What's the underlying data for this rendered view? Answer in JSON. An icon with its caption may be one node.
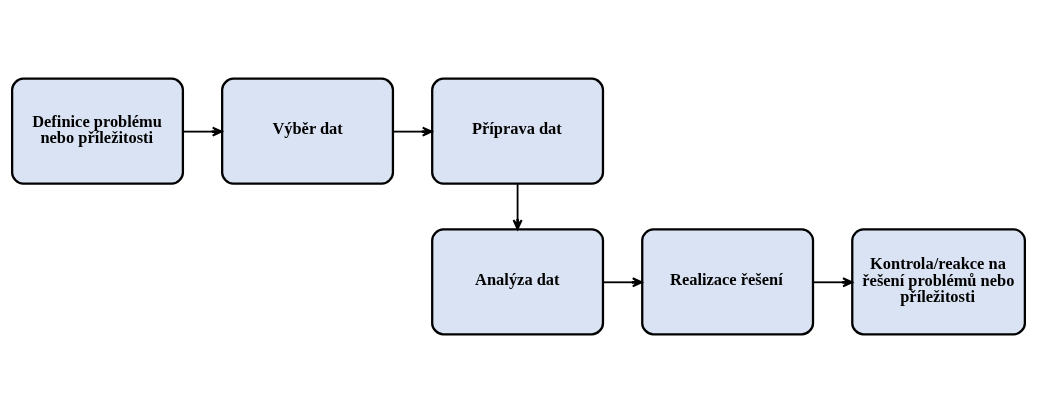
{
  "diagram": {
    "nodes": [
      {
        "text": [
          "Definice problému nebo příležitosti"
        ]
      },
      {
        "text": [
          "Výběr dat"
        ]
      },
      {
        "text": [
          "Příprava dat"
        ]
      },
      {
        "text": [
          "Analýza dat"
        ]
      },
      {
        "text": [
          "Realizace řešení"
        ]
      },
      {
        "text": [
          "Kontrola/reakce na řešení problémů nebo příležitosti"
        ]
      }
    ],
    "edges": [
      {
        "from": 0,
        "to": 1,
        "arrow": "to"
      },
      {
        "from": 1,
        "to": 2,
        "arrow": "to"
      },
      {
        "from": 2,
        "to": 3,
        "arrow": "to"
      },
      {
        "from": 3,
        "to": 4,
        "arrow": "to"
      },
      {
        "from": 4,
        "to": 5,
        "arrow": "to"
      }
    ]
  }
}
